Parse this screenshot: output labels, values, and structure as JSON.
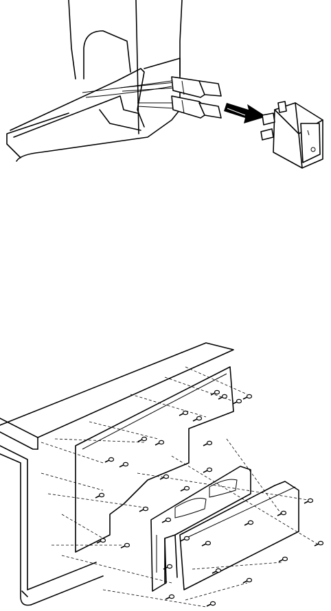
{
  "figures": [
    {
      "id": "switch-removal",
      "icon": "rocker-switch-disconnect-illustration"
    },
    {
      "id": "panel-assembly",
      "icon": "exploded-panel-screws-illustration"
    }
  ],
  "colors": {
    "line": "#000000",
    "background": "#ffffff"
  }
}
